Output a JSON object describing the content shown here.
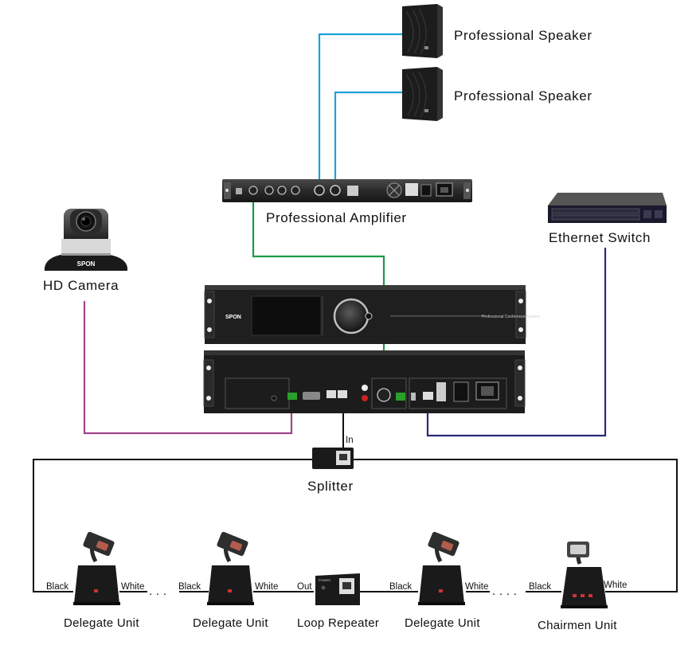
{
  "devices": {
    "speaker_1": "Professional Speaker",
    "speaker_2": "Professional Speaker",
    "amplifier": "Professional Amplifier",
    "camera": "HD Camera",
    "ethernet_switch": "Ethernet Switch",
    "splitter": "Splitter",
    "delegate_unit_1": "Delegate Unit",
    "delegate_unit_2": "Delegate Unit",
    "loop_repeater": "Loop Repeater",
    "delegate_unit_3": "Delegate Unit",
    "chairmen_unit": "Chairmen Unit"
  },
  "branding": {
    "camera_logo": "SPON",
    "host_logo": "SPON",
    "host_caption": "Professional Conference System"
  },
  "port_labels": {
    "splitter_in": "In",
    "du1_black": "Black",
    "du1_white": "White",
    "du2_black": "Black",
    "du2_white": "White",
    "repeater_out": "Out",
    "repeater_power": "POWER",
    "du3_black": "Black",
    "du3_white": "White",
    "chair_black": "Black",
    "chair_white": "White",
    "ellipsis_1": ". . .",
    "ellipsis_2": ". . . ."
  },
  "colors": {
    "speaker_cable": "#1aa2d8",
    "audio_cable": "#1a9a4a",
    "camera_cable": "#a0448c",
    "network_cable": "#2a2a7a",
    "loop_cable": "#111111"
  }
}
